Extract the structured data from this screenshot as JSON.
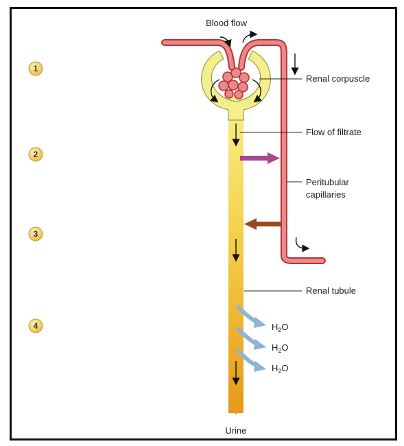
{
  "labels": {
    "blood_flow": "Blood flow",
    "renal_corpuscle": "Renal corpuscle",
    "flow_of_filtrate": "Flow of filtrate",
    "peritubular_line1": "Peritubular",
    "peritubular_line2": "capillaries",
    "renal_tubule": "Renal tubule",
    "urine": "Urine"
  },
  "steps": [
    "1",
    "2",
    "3",
    "4"
  ],
  "h2o": [
    {
      "main": "H",
      "sub": "2",
      "tail": "O"
    },
    {
      "main": "H",
      "sub": "2",
      "tail": "O"
    },
    {
      "main": "H",
      "sub": "2",
      "tail": "O"
    }
  ],
  "colors": {
    "capillary_fill": "#e88a8a",
    "capillary_stroke": "#b8323a",
    "tubule_top": "#f7f08c",
    "tubule_bottom": "#e9a21c",
    "secretion_arrow": "#a8468f",
    "reabsorption_arrow": "#9a4a1e",
    "water_arrow": "#8fb3d3",
    "step_circle": "#f2d15c"
  }
}
